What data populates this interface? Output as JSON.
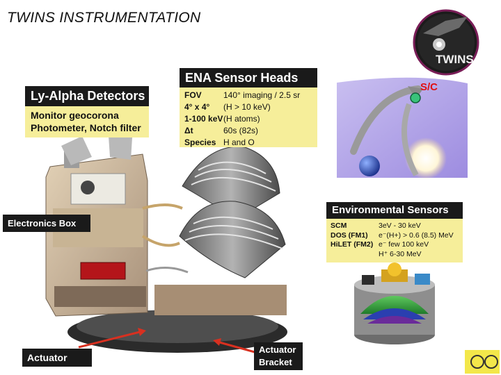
{
  "title": "TWINS INSTRUMENTATION",
  "logo": {
    "text": "TWINS"
  },
  "ly_alpha": {
    "header": "Ly-Alpha Detectors",
    "lines": [
      "Monitor geocorona",
      "Photometer, Notch filter"
    ]
  },
  "ena": {
    "header": "ENA Sensor Heads",
    "rows": [
      {
        "k": "FOV",
        "v": "140° imaging / 2.5 sr"
      },
      {
        "k": "4° x 4°",
        "v": "(H > 10 keV)"
      },
      {
        "k": "1-100 keV",
        "v": "(H atoms)"
      },
      {
        "k": "Δt",
        "v": "60s (82s)"
      },
      {
        "k": "Species",
        "v": "H and O"
      }
    ]
  },
  "env": {
    "header": "Environmental Sensors",
    "rows": [
      {
        "k": "SCM",
        "v": "3eV - 30 keV"
      },
      {
        "k": "DOS (FM1)",
        "v": "e⁻(H+) > 0.6 (8.5) MeV"
      },
      {
        "k": "HiLET (FM2)",
        "v": "e⁻ few 100 keV"
      },
      {
        "k": "",
        "v": "H⁺ 6-30 MeV"
      }
    ]
  },
  "labels": {
    "electronics_box": "Electronics Box",
    "actuator": "Actuator",
    "actuator_bracket_line1": "Actuator",
    "actuator_bracket_line2": "Bracket"
  },
  "orbit": {
    "sc_label": "S/C"
  },
  "colors": {
    "label_bg": "#1a1a1a",
    "info_bg": "#f6ee9a",
    "sc_red": "#e01010",
    "arrow_red": "#d83020",
    "orbit_sky": "#b9a6e8"
  }
}
